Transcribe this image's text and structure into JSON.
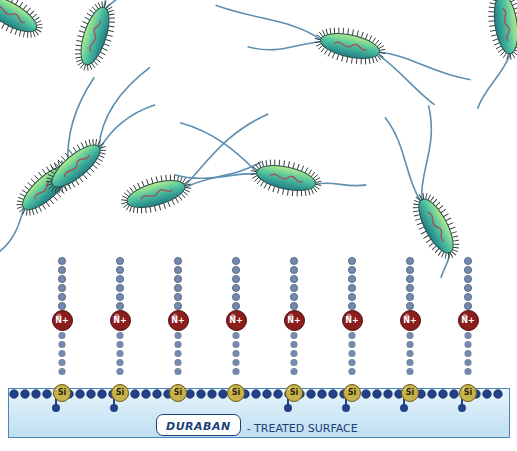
{
  "diagram": {
    "nodes": [
      {
        "text": [
          "- TREATED SURFACE"
        ]
      },
      {
        "text": [
          "DURABAN"
        ],
        "in": 0
      },
      {
        "text": [
          "N+"
        ]
      },
      {
        "text": [
          "N+"
        ]
      },
      {
        "text": [
          "N+"
        ]
      },
      {
        "text": [
          "N+"
        ]
      },
      {
        "text": [
          "N+"
        ]
      },
      {
        "text": [
          "N+"
        ]
      },
      {
        "text": [
          "N+"
        ]
      },
      {
        "text": [
          "N+"
        ]
      },
      {
        "text": [
          "Si"
        ]
      },
      {
        "text": [
          "Si"
        ]
      },
      {
        "text": [
          "Si"
        ]
      },
      {
        "text": [
          "Si"
        ]
      },
      {
        "text": [
          "Si"
        ]
      },
      {
        "text": [
          "Si"
        ]
      },
      {
        "text": [
          "Si"
        ]
      },
      {
        "text": [
          "Si"
        ]
      }
    ],
    "edges": [
      {
        "from": 2,
        "to": 10,
        "arrow": "none"
      },
      {
        "from": 3,
        "to": 11,
        "arrow": "none"
      },
      {
        "from": 4,
        "to": 12,
        "arrow": "none"
      },
      {
        "from": 5,
        "to": 13,
        "arrow": "none"
      },
      {
        "from": 6,
        "to": 14,
        "arrow": "none"
      },
      {
        "from": 7,
        "to": 15,
        "arrow": "none"
      },
      {
        "from": 8,
        "to": 16,
        "arrow": "none"
      },
      {
        "from": 9,
        "to": 17,
        "arrow": "none"
      }
    ]
  }
}
